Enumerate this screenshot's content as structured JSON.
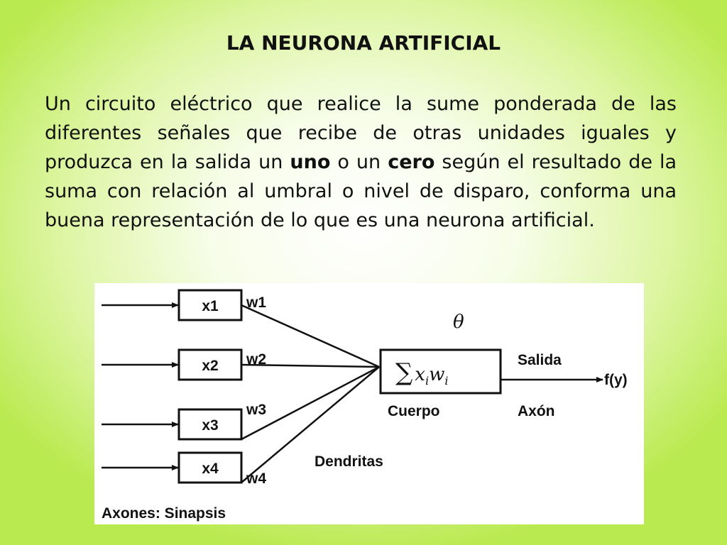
{
  "slide": {
    "title": "LA NEURONA ARTIFICIAL",
    "paragraph": {
      "part1": "Un circuito eléctrico que realice la sume ponderada de las diferentes señales que recibe de otras unidades iguales y produzca en la salida un ",
      "bold1": "uno",
      "part2": " o un ",
      "bold2": "cero",
      "part3": " según el resultado de la suma con relación al umbral o nivel de disparo, conforma una buena representación de lo que es una neurona artificial."
    }
  },
  "diagram": {
    "inputs": [
      {
        "label": "x1",
        "weight": "w1"
      },
      {
        "label": "x2",
        "weight": "w2"
      },
      {
        "label": "x3",
        "weight": "w3"
      },
      {
        "label": "x4",
        "weight": "w4"
      }
    ],
    "threshold": "θ",
    "sum_symbol": "∑",
    "sum_x": "x",
    "sum_i1": "i",
    "sum_w": "w",
    "sum_i2": "i",
    "body_label": "Cuerpo",
    "output_label": "Salida",
    "axon_label": "Axón",
    "output_value": "f(y)",
    "dendrites_label": "Dendritas",
    "synapse_label": "Axones: Sinapsis"
  }
}
